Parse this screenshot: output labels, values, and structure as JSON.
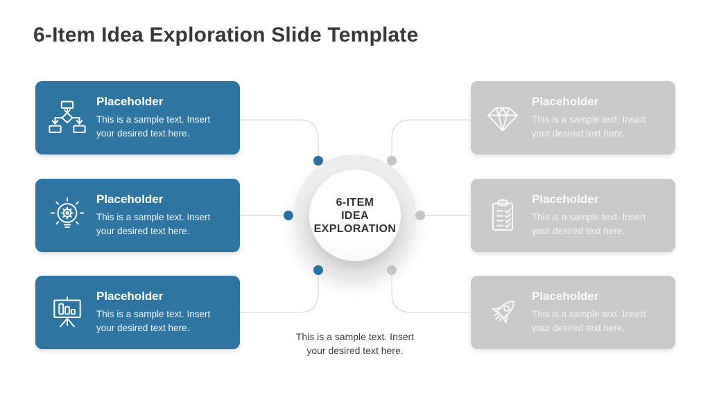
{
  "slide": {
    "title": "6-Item Idea Exploration Slide Template"
  },
  "center": {
    "lines": [
      "6-ITEM",
      "IDEA",
      "EXPLORATION"
    ]
  },
  "caption": "This is a sample text. Insert your desired text here.",
  "cards": {
    "left": [
      {
        "title": "Placeholder",
        "body": "This is a sample text. Insert your desired text here.",
        "icon": "flowchart-icon"
      },
      {
        "title": "Placeholder",
        "body": "This is a sample text. Insert your desired text here.",
        "icon": "idea-lightbulb-icon"
      },
      {
        "title": "Placeholder",
        "body": "This is a sample text. Insert your desired text here.",
        "icon": "presentation-chart-icon"
      }
    ],
    "right": [
      {
        "title": "Placeholder",
        "body": "This is a sample text. Insert your desired text here.",
        "icon": "diamond-icon"
      },
      {
        "title": "Placeholder",
        "body": "This is a sample text. Insert your desired text here.",
        "icon": "clipboard-checklist-icon"
      },
      {
        "title": "Placeholder",
        "body": "This is a sample text. Insert your desired text here.",
        "icon": "rocket-icon"
      }
    ]
  },
  "colors": {
    "background": "#ffffff",
    "card_blue": "#2f75a1",
    "card_gray": "#c9c9c9",
    "connector_gray": "#d9d9d9",
    "dot_blue": "#2b72a4",
    "dot_gray": "#c5c5c5",
    "title_text": "#383838",
    "center_text": "#333333",
    "caption_text": "#404040",
    "card_text": "#ffffff"
  }
}
